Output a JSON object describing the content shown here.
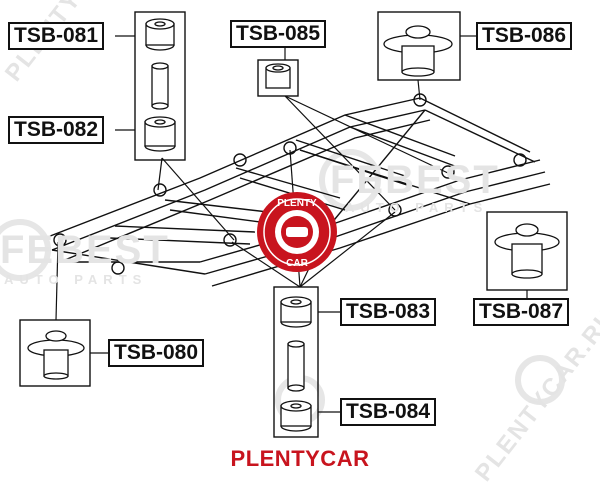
{
  "labels": {
    "tsb081": "TSB-081",
    "tsb082": "TSB-082",
    "tsb085": "TSB-085",
    "tsb086": "TSB-086",
    "tsb083": "TSB-083",
    "tsb087": "TSB-087",
    "tsb080": "TSB-080",
    "tsb084": "TSB-084"
  },
  "badge": {
    "top": "PLENTY",
    "bottom": "CAR"
  },
  "watermark": {
    "brand": "FEBEST",
    "tagline": "AUTO PARTS",
    "site": "PLENTYCAR.RU"
  },
  "footer": "PLENTYCAR",
  "colors": {
    "accent": "#c8141e",
    "line": "#111111"
  }
}
